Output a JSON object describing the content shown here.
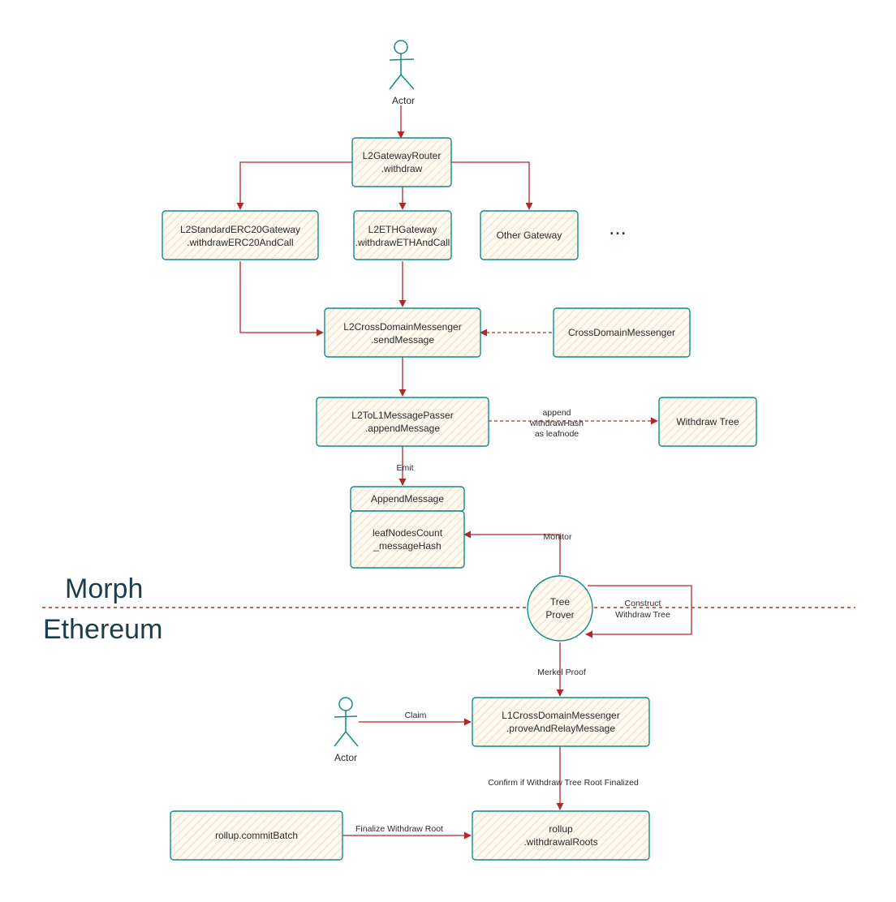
{
  "actors": {
    "top": "Actor",
    "bottom": "Actor"
  },
  "nodes": {
    "router": [
      "L2GatewayRouter",
      ".withdraw"
    ],
    "erc20_gateway": [
      "L2StandardERC20Gateway",
      ".withdrawERC20AndCall"
    ],
    "eth_gateway": [
      "L2ETHGateway",
      ".withdrawETHAndCall"
    ],
    "other_gateway": [
      "Other Gateway"
    ],
    "ellipsis": "...",
    "l2_messenger": [
      "L2CrossDomainMessenger",
      ".sendMessage"
    ],
    "cross_domain_messenger": [
      "CrossDomainMessenger"
    ],
    "message_passer": [
      "L2ToL1MessagePasser",
      ".appendMessage"
    ],
    "withdraw_tree": [
      "Withdraw Tree"
    ],
    "append_message_header": "AppendMessage",
    "append_message_body": [
      "leafNodesCount",
      "_messageHash"
    ],
    "tree_prover": [
      "Tree",
      "Prover"
    ],
    "l1_messenger": [
      "L1CrossDomainMessenger",
      ".proveAndRelayMessage"
    ],
    "commit_batch": [
      "rollup.commitBatch"
    ],
    "withdrawal_roots": [
      "rollup",
      ".withdrawalRoots"
    ]
  },
  "edge_labels": {
    "append_leaf": [
      "append",
      "withdrawHash",
      "as leafnode"
    ],
    "emit": "Emit",
    "monitor": "Monitor",
    "construct": [
      "Construct",
      "Withdraw Tree"
    ],
    "merkel_proof": "Merkel Proof",
    "claim": "Claim",
    "confirm": "Confirm if Withdraw Tree Root Finalized",
    "finalize": "Finalize Withdraw Root"
  },
  "regions": {
    "upper": "Morph",
    "lower": "Ethereum"
  },
  "colors": {
    "node_stroke": "#0f8b8d",
    "node_fill": "#fdf3e3",
    "edge": "#b0282a",
    "region_text": "#1d3d4a"
  }
}
